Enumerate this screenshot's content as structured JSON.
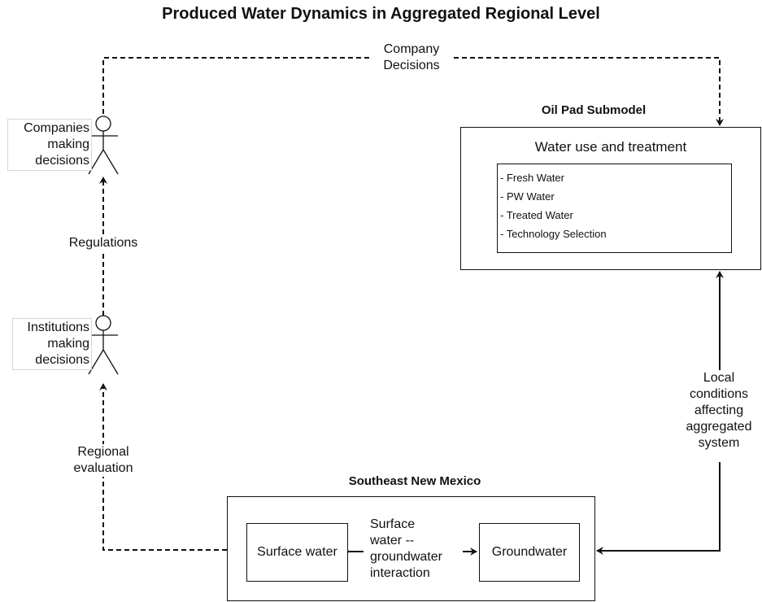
{
  "title": "Produced Water Dynamics in Aggregated Regional Level",
  "flows": {
    "company_decisions": "Company\nDecisions",
    "regulations": "Regulations",
    "regional_evaluation": "Regional\nevaluation",
    "local_conditions": "Local\nconditions\naffecting\naggregated\nsystem",
    "interaction": "Surface\nwater --\ngroundwater\ninteraction"
  },
  "actors": {
    "companies": "Companies\nmaking\ndecisions",
    "institutions": "Institutions\nmaking\ndecisions"
  },
  "oil_pad": {
    "heading": "Oil Pad Submodel",
    "box_title": "Water use and treatment",
    "items": [
      "- Fresh Water",
      "- PW Water",
      "- Treated Water",
      "- Technology Selection"
    ]
  },
  "region": {
    "heading": "Southeast New Mexico",
    "surface": "Surface water",
    "ground": "Groundwater"
  }
}
